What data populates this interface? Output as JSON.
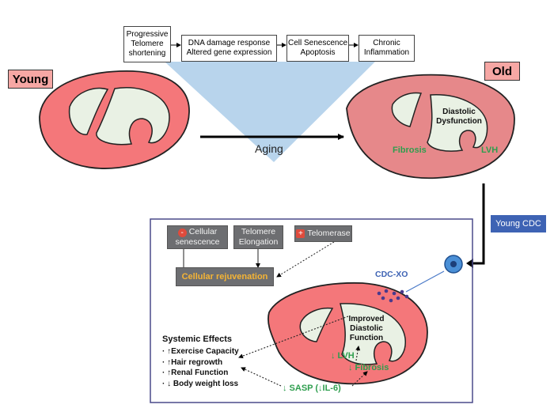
{
  "labels": {
    "young": "Young",
    "old": "Old",
    "aging": "Aging",
    "young_cdc": "Young CDC",
    "cdc_xo": "CDC-XO",
    "diastolic_line1": "Diastolic",
    "diastolic_line2": "Dysfunction",
    "fibrosis": "Fibrosis",
    "lvh": "LVH",
    "improved_line1": "Improved",
    "improved_line2": "Diastolic",
    "improved_line3": "Function",
    "lvh_down": "↓ LVH",
    "fibrosis_down": "↓ Fibrosis",
    "sasp": "↓ SASP (↓IL-6)"
  },
  "flow_steps": [
    {
      "line1": "Progressive",
      "line2": "Telomere",
      "line3": "shortening"
    },
    {
      "line1": "DNA damage response",
      "line2": "Altered gene expression"
    },
    {
      "line1": "Cell Senescence",
      "line2": "Apoptosis"
    },
    {
      "line1": "Chronic",
      "line2": "Inflammation"
    }
  ],
  "boxes": {
    "senescence_line1": "Cellular",
    "senescence_line2": "senescence",
    "telomere_line1": "Telomere",
    "telomere_line2": "Elongation",
    "telomerase": "Telomerase",
    "rejuvenation": "Cellular rejuvenation",
    "minus_sign": "-",
    "plus_sign": "+"
  },
  "systemic": {
    "title": "Systemic Effects",
    "items": [
      "· ↑Exercise Capacity",
      "· ↑Hair regrowth",
      "· ↑Renal Function",
      "· ↓ Body weight loss"
    ]
  },
  "colors": {
    "heart_red": "#f4777a",
    "heart_pink": "#e6888a",
    "cavity": "#e9f1e4",
    "label_fill": "#f6a7a4",
    "triangle": "#b8d4ec",
    "cdc_blue": "#3e63b4",
    "green": "#2e9e4e",
    "rejuvenation_text": "#f5b435"
  }
}
